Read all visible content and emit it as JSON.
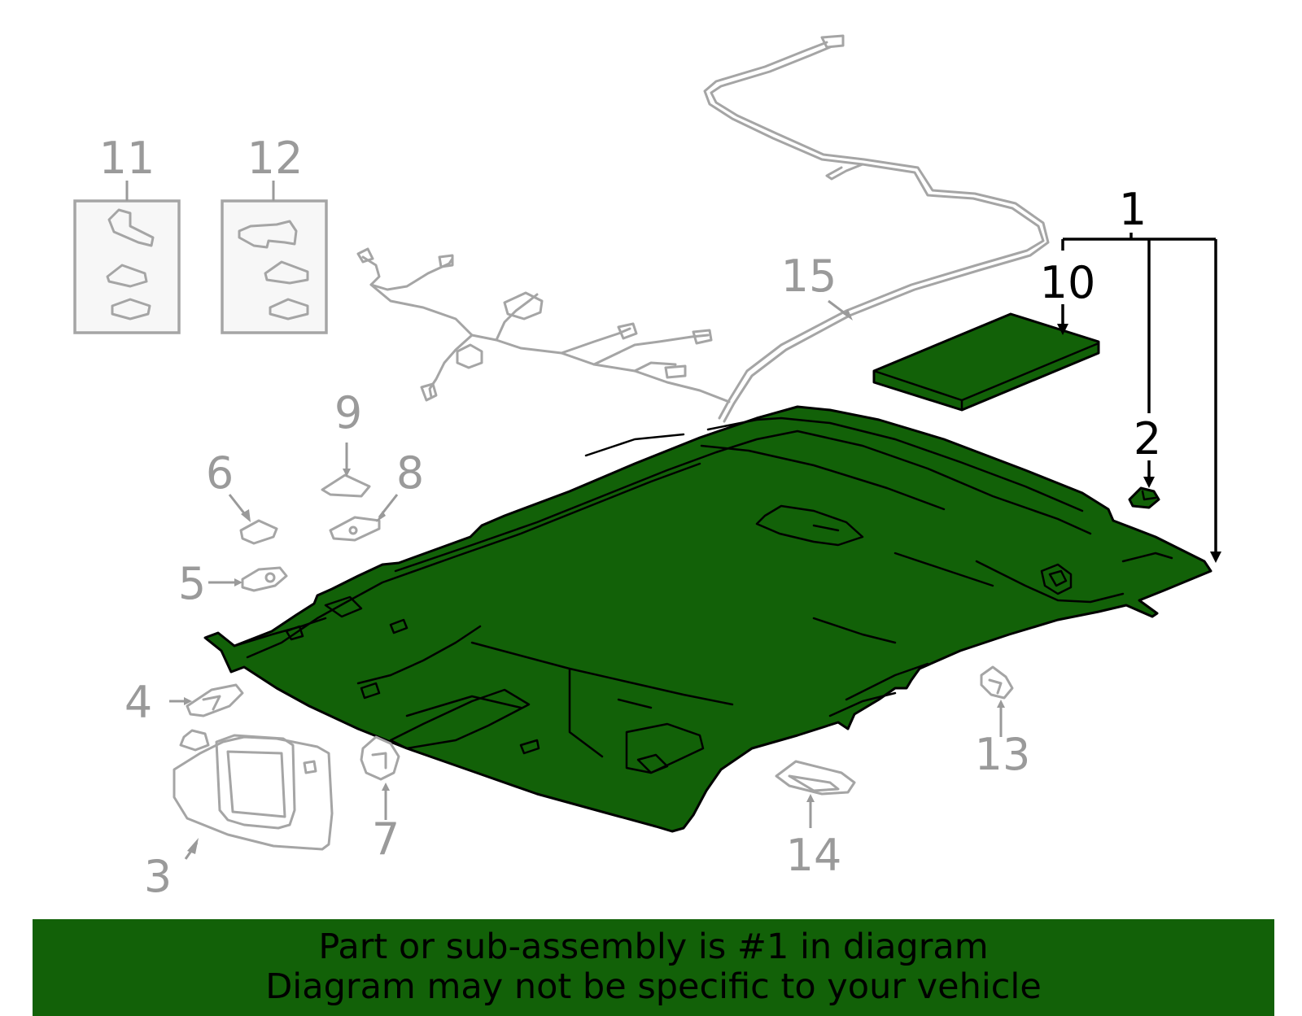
{
  "callouts": {
    "c1": "1",
    "c2": "2",
    "c3": "3",
    "c4": "4",
    "c5": "5",
    "c6": "6",
    "c7": "7",
    "c8": "8",
    "c9": "9",
    "c10": "10",
    "c11": "11",
    "c12": "12",
    "c13": "13",
    "c14": "14",
    "c15": "15"
  },
  "colors": {
    "highlight": "#126108",
    "part_lines": "#a5a5a5",
    "label_grey": "#9a9a9a",
    "label_black": "#000000"
  },
  "banner": {
    "line1": "Part or sub-assembly is #1 in diagram",
    "line2": "Diagram may not be specific to your vehicle"
  }
}
